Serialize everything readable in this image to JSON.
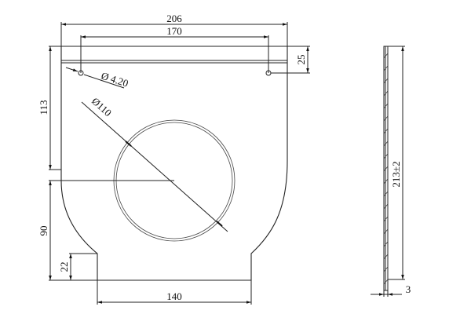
{
  "drawing": {
    "front_view": {
      "overall_width": "206",
      "hole_spacing": "170",
      "hole_offset_from_top": "25",
      "hole_diameter": "Ø 4.20",
      "large_hole_diameter": "Ø110",
      "upper_height": "113",
      "lower_height": "90",
      "notch_height": "22",
      "bottom_width": "140"
    },
    "side_view": {
      "height_tolerance": "213±2",
      "thickness": "3"
    },
    "colors": {
      "line": "#222222",
      "background": "#ffffff"
    }
  }
}
